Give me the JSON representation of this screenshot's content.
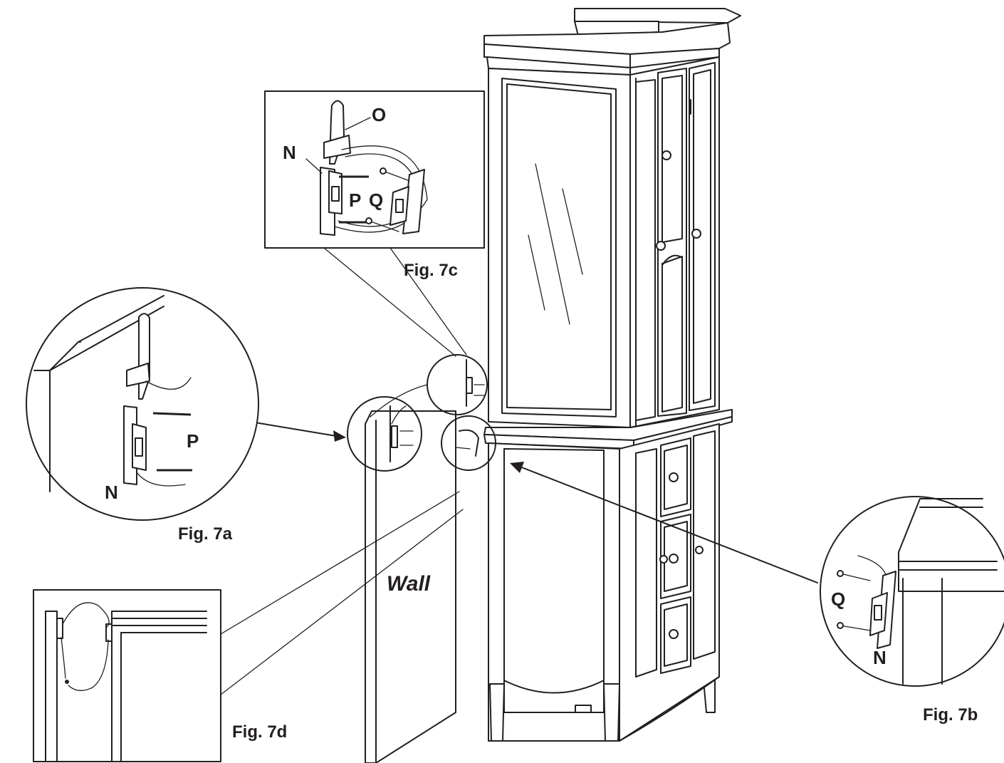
{
  "figures": {
    "fig_7a": {
      "caption": "Fig. 7a",
      "labels": {
        "bracket": "N",
        "screws": "P"
      }
    },
    "fig_7b": {
      "caption": "Fig. 7b",
      "labels": {
        "screws": "Q",
        "bracket": "N"
      }
    },
    "fig_7c": {
      "caption": "Fig. 7c",
      "labels": {
        "strap": "O",
        "bracket": "N",
        "wall_screws": "P",
        "cabinet_screws": "Q"
      }
    },
    "fig_7d": {
      "caption": "Fig. 7d"
    }
  },
  "wall_label": "Wall",
  "colors": {
    "line": "#231f20",
    "background": "#ffffff"
  }
}
